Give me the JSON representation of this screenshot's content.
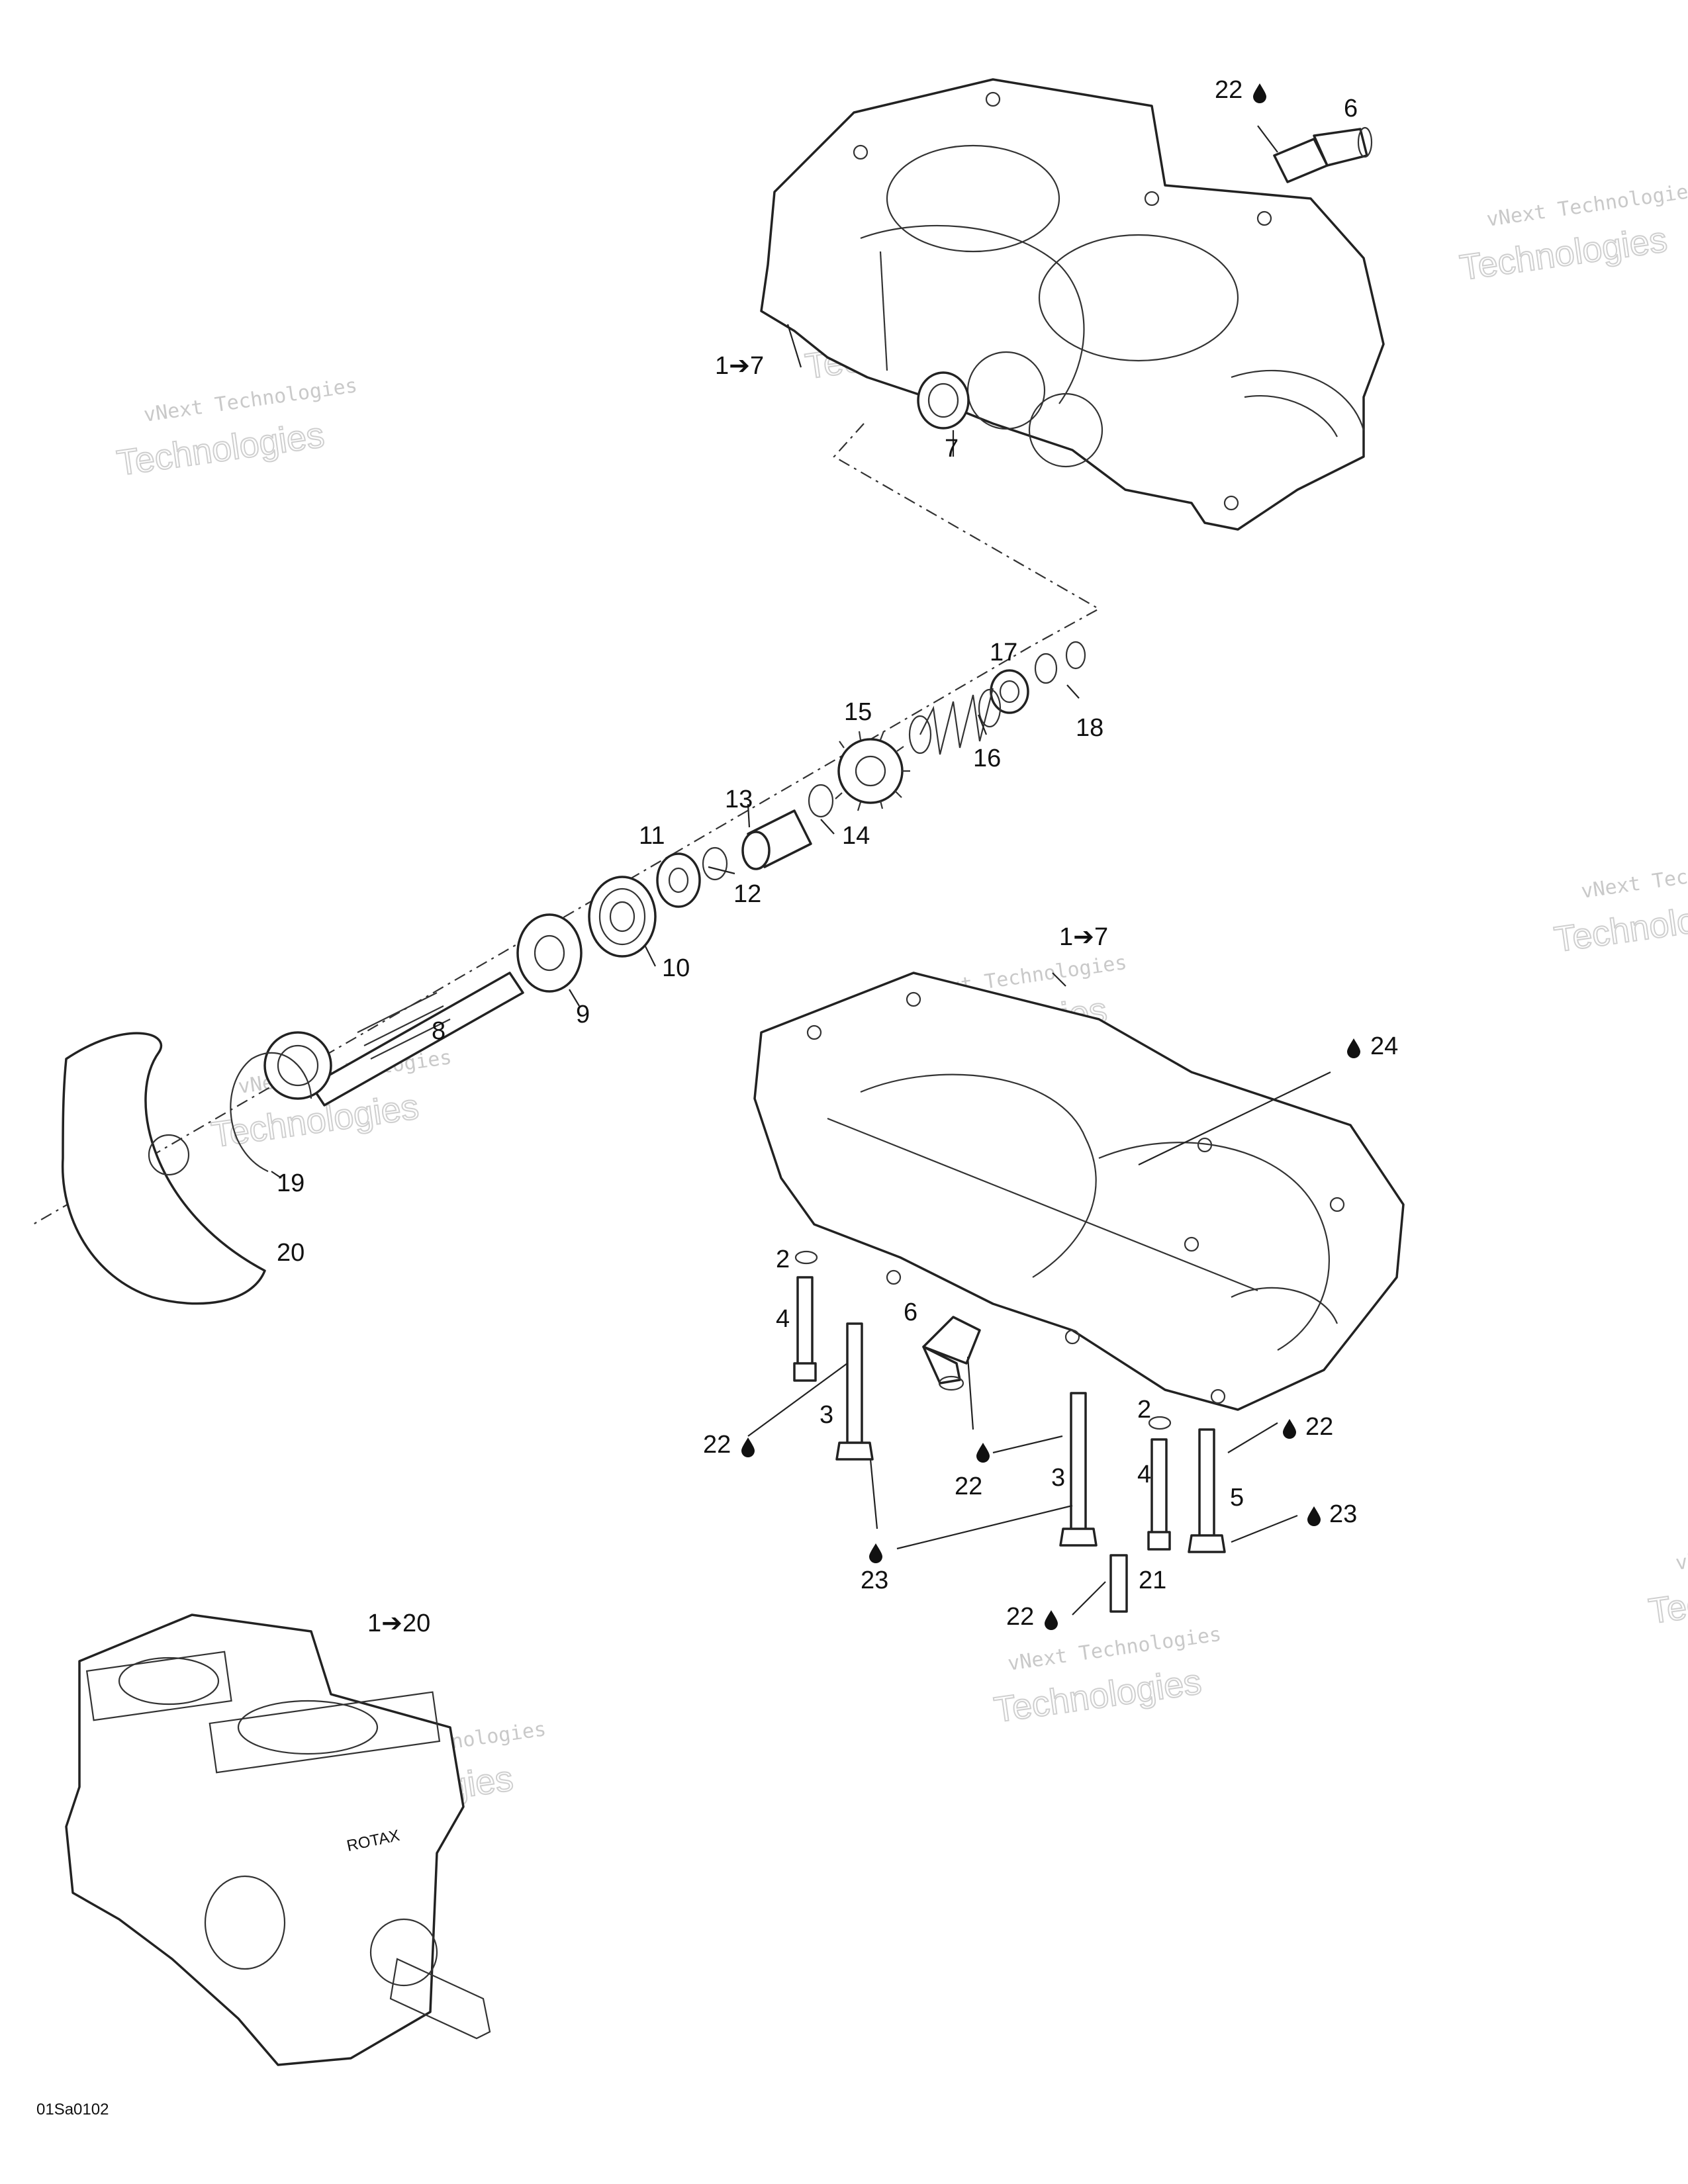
{
  "diagram_code": "01Sa0102",
  "watermark": {
    "line1": "vNext Technologies",
    "line2": "Technologies",
    "overlay": "vNext"
  },
  "drop_icon": "sealant-drop-icon",
  "callouts": {
    "c1": "22",
    "c2": "6",
    "c3": "1➔7",
    "c4": "7",
    "c5": "17",
    "c6": "18",
    "c7": "16",
    "c8": "15",
    "c9": "13",
    "c10": "14",
    "c11": "11",
    "c12": "12",
    "c13": "10",
    "c14": "9",
    "c15": "8",
    "c16": "19",
    "c17": "20",
    "c18": "1➔7",
    "c19": "24",
    "c20": "2",
    "c21": "4",
    "c22": "6",
    "c23": "22",
    "c24": "3",
    "c25": "22",
    "c26": "3",
    "c27": "2",
    "c28": "22",
    "c29": "4",
    "c30": "5",
    "c31": "23",
    "c32": "23",
    "c33": "21",
    "c34": "22",
    "c35": "1➔20"
  }
}
